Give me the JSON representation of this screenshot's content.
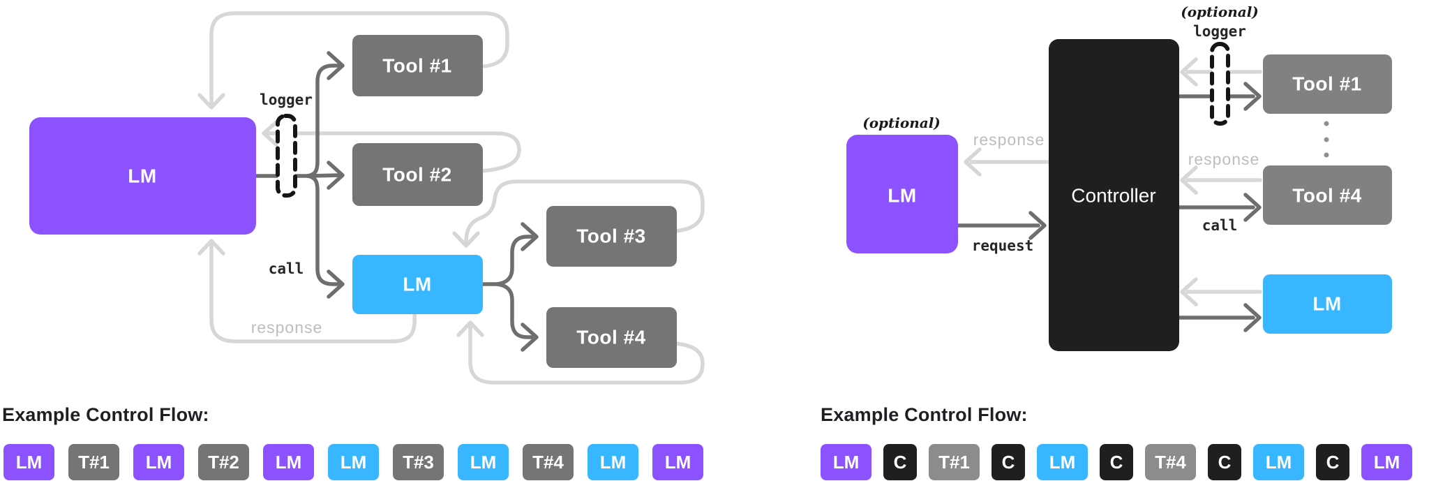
{
  "colors": {
    "purple": "#8C52FF",
    "blue": "#38B6FF",
    "gray": "#757575",
    "gray_mid": "#818181",
    "gray_light": "#8C8C8C",
    "black": "#1F1F1F",
    "arrow_light": "#D7D7D7",
    "arrow_dark": "#6E6E6E",
    "icon_stroke": "#151515",
    "mono_label": "#262626",
    "response_label": "#BDBDBD",
    "hand_label": "#1A1A1A",
    "heading_text": "#1E1F23"
  },
  "left_diagram": {
    "nodes": {
      "lm_main": "LM",
      "tool1": "Tool #1",
      "tool2": "Tool #2",
      "lm_sub": "LM",
      "tool3": "Tool #3",
      "tool4": "Tool #4"
    },
    "labels": {
      "logger": "logger",
      "call": "call",
      "response": "response"
    }
  },
  "right_diagram": {
    "nodes": {
      "lm": "LM",
      "controller": "Controller",
      "tool1": "Tool #1",
      "tool4": "Tool #4",
      "lm_sub": "LM"
    },
    "labels": {
      "optional_lm": "(optional)",
      "response_lm": "response",
      "request": "request",
      "optional_logger": "(optional)",
      "logger": "logger",
      "response_tool": "response",
      "call": "call",
      "dots": "⋮"
    }
  },
  "left_flow": {
    "heading": "Example Control Flow:",
    "badges": [
      {
        "label": "LM",
        "color": "purple"
      },
      {
        "label": "T#1",
        "color": "gray"
      },
      {
        "label": "LM",
        "color": "purple"
      },
      {
        "label": "T#2",
        "color": "gray"
      },
      {
        "label": "LM",
        "color": "purple"
      },
      {
        "label": "LM",
        "color": "blue"
      },
      {
        "label": "T#3",
        "color": "gray"
      },
      {
        "label": "LM",
        "color": "blue"
      },
      {
        "label": "T#4",
        "color": "gray"
      },
      {
        "label": "LM",
        "color": "blue"
      },
      {
        "label": "LM",
        "color": "purple"
      }
    ]
  },
  "right_flow": {
    "heading": "Example Control Flow:",
    "badges": [
      {
        "label": "LM",
        "color": "purple"
      },
      {
        "label": "C",
        "color": "black"
      },
      {
        "label": "T#1",
        "color": "gray_light"
      },
      {
        "label": "C",
        "color": "black"
      },
      {
        "label": "LM",
        "color": "blue"
      },
      {
        "label": "C",
        "color": "black"
      },
      {
        "label": "T#4",
        "color": "gray_light"
      },
      {
        "label": "C",
        "color": "black"
      },
      {
        "label": "LM",
        "color": "blue"
      },
      {
        "label": "C",
        "color": "black"
      },
      {
        "label": "LM",
        "color": "purple"
      }
    ]
  }
}
